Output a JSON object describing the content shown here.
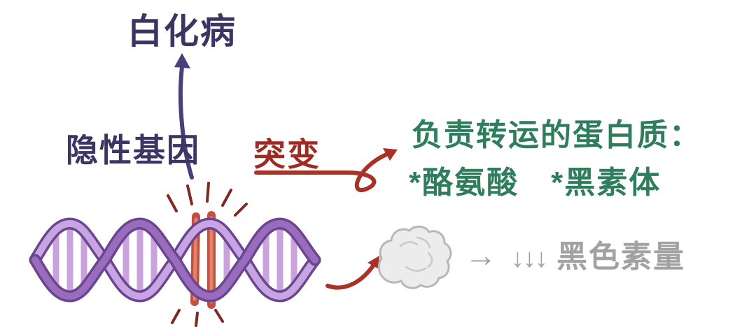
{
  "diagram": {
    "albinism": "白化病",
    "recessive_gene": "隐性基因",
    "mutation": "突变",
    "protein_heading": "负责转运的蛋白质：",
    "protein_item_1": "*酪氨酸",
    "protein_item_2": "*黑素体",
    "right_arrow_glyph": "→",
    "down_arrows_glyph": "↓↓↓",
    "melanin": "黑色素量"
  },
  "colors": {
    "text_purple": "#3b3564",
    "text_red": "#9e2b22",
    "text_green": "#2e7d5c",
    "text_gray": "#a2a2a2",
    "arrow_purple": "#4a3f7d",
    "arrow_red": "#a93226",
    "dna_outline": "#6b4590",
    "dna_strand_front": "#9a6cbd",
    "dna_strand_back": "#c7a4e2",
    "dna_rung": "#c9a2de",
    "mutation_rung": "#c0503f",
    "blob_fill": "#ececec",
    "blob_stroke": "#b8b8b8"
  }
}
